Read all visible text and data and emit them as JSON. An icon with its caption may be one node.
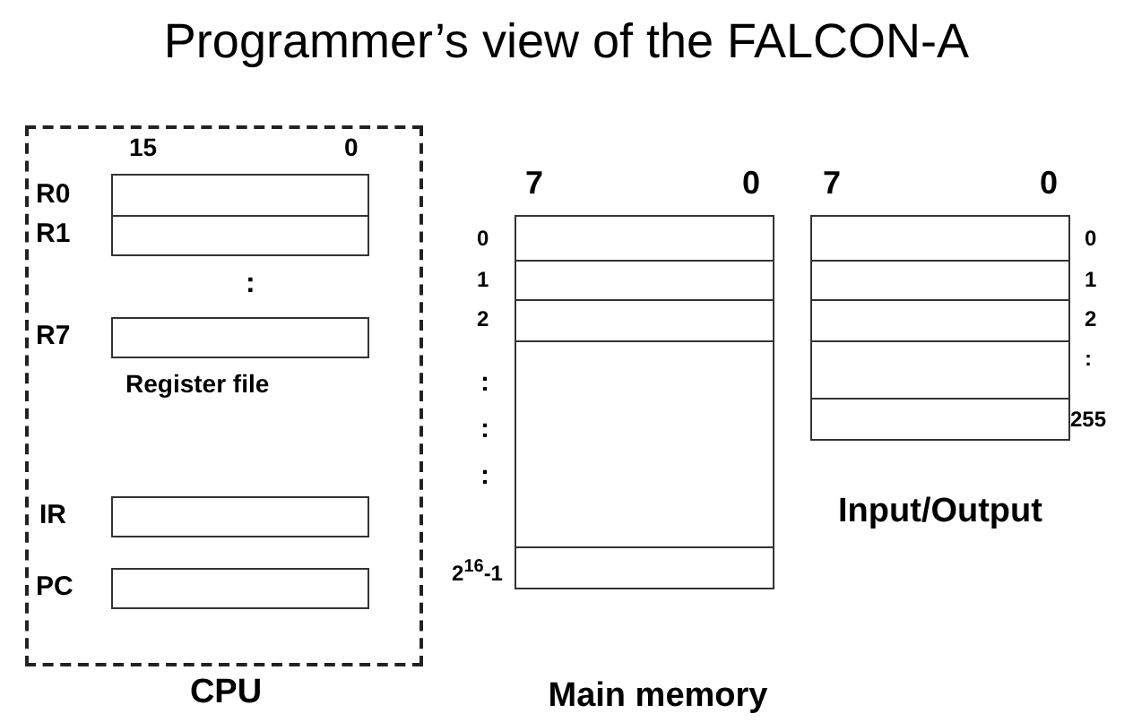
{
  "diagram": {
    "title": "Programmer’s view of the FALCON-A",
    "nodes": [
      {
        "text": [
          "CPU"
        ]
      },
      {
        "text": [],
        "shape": "box",
        "in": 0,
        "beside": [
          "R0"
        ]
      },
      {
        "text": [],
        "shape": "box",
        "in": 0,
        "beside": [
          "R1"
        ]
      },
      {
        "text": [],
        "shape": "box",
        "in": 0,
        "beside": [
          "R7"
        ]
      },
      {
        "text": [],
        "shape": "box",
        "in": 0,
        "beside": [
          "IR"
        ]
      },
      {
        "text": [],
        "shape": "box",
        "in": 0,
        "beside": [
          "PC"
        ]
      },
      {
        "text": [
          "Main memory"
        ]
      },
      {
        "text": [],
        "shape": "box",
        "in": 6,
        "beside": [
          "0"
        ]
      },
      {
        "text": [],
        "shape": "box",
        "in": 6,
        "beside": [
          "1"
        ]
      },
      {
        "text": [],
        "shape": "box",
        "in": 6,
        "beside": [
          "2"
        ]
      },
      {
        "text": [],
        "shape": "box",
        "in": 6
      },
      {
        "text": [],
        "shape": "box",
        "in": 6,
        "beside": [
          "2$^{16}$-1"
        ]
      },
      {
        "text": [
          "Input/Output"
        ]
      },
      {
        "text": [],
        "shape": "box",
        "in": 12,
        "beside": [
          "0"
        ]
      },
      {
        "text": [],
        "shape": "box",
        "in": 12,
        "beside": [
          "1"
        ]
      },
      {
        "text": [],
        "shape": "box",
        "in": 12,
        "beside": [
          "2"
        ]
      },
      {
        "text": [],
        "shape": "box",
        "in": 12,
        "beside": [
          ":"
        ]
      },
      {
        "text": [],
        "shape": "box",
        "in": 12,
        "beside": [
          "255"
        ]
      }
    ],
    "labels": [
      "15",
      "0",
      ":",
      "Register file",
      "7",
      "0",
      "7",
      "0",
      ":",
      ":",
      ":"
    ]
  }
}
